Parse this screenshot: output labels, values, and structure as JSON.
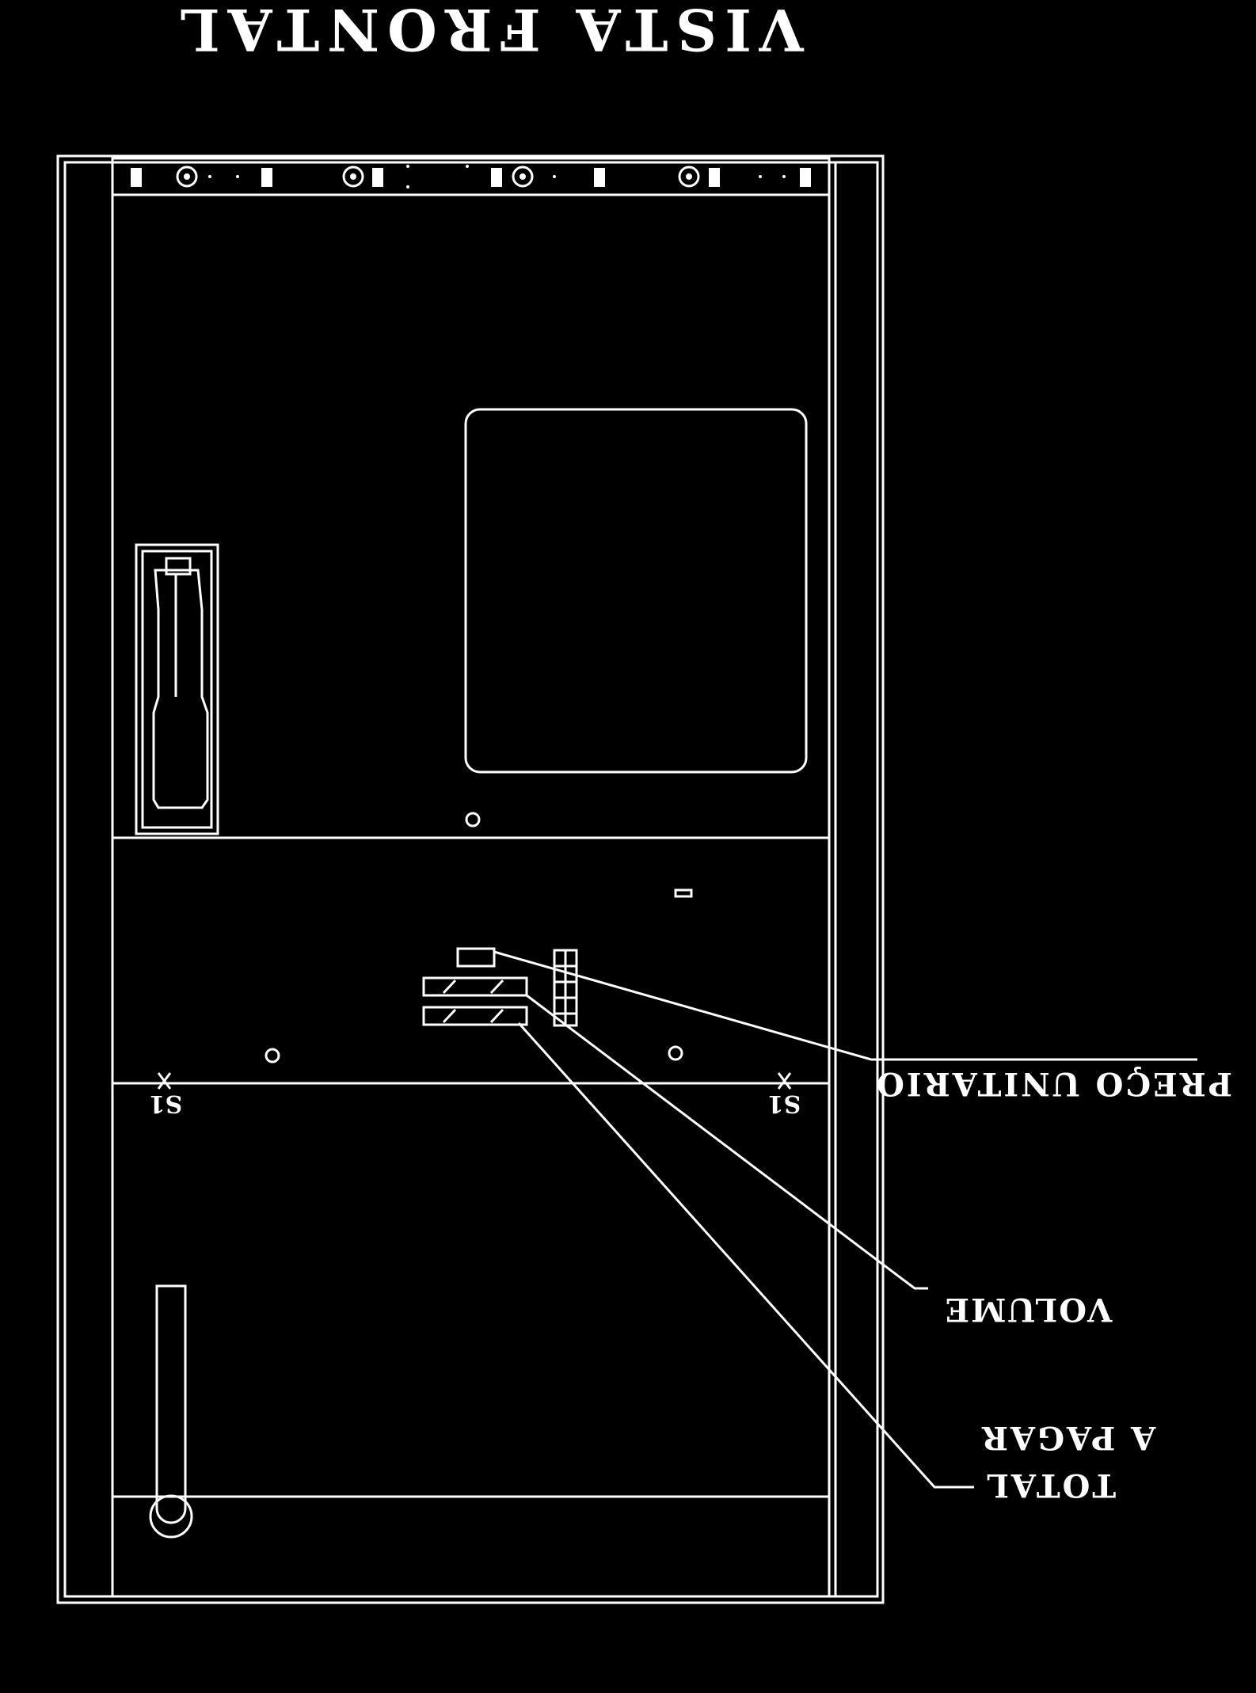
{
  "title": "VISTA FRONTAL",
  "labels": {
    "preco_unitario": "PREÇO UNITARIO",
    "volume": "VOLUME",
    "total_line1": "A PAGAR",
    "total_line2": "TOTAL",
    "left_marker": "S1",
    "right_marker": "S1"
  },
  "colors": {
    "background": "#000000",
    "line": "#ffffff"
  },
  "note": "Image appears mirrored (upside-down); text rendered rotated 180° as in the drawing."
}
